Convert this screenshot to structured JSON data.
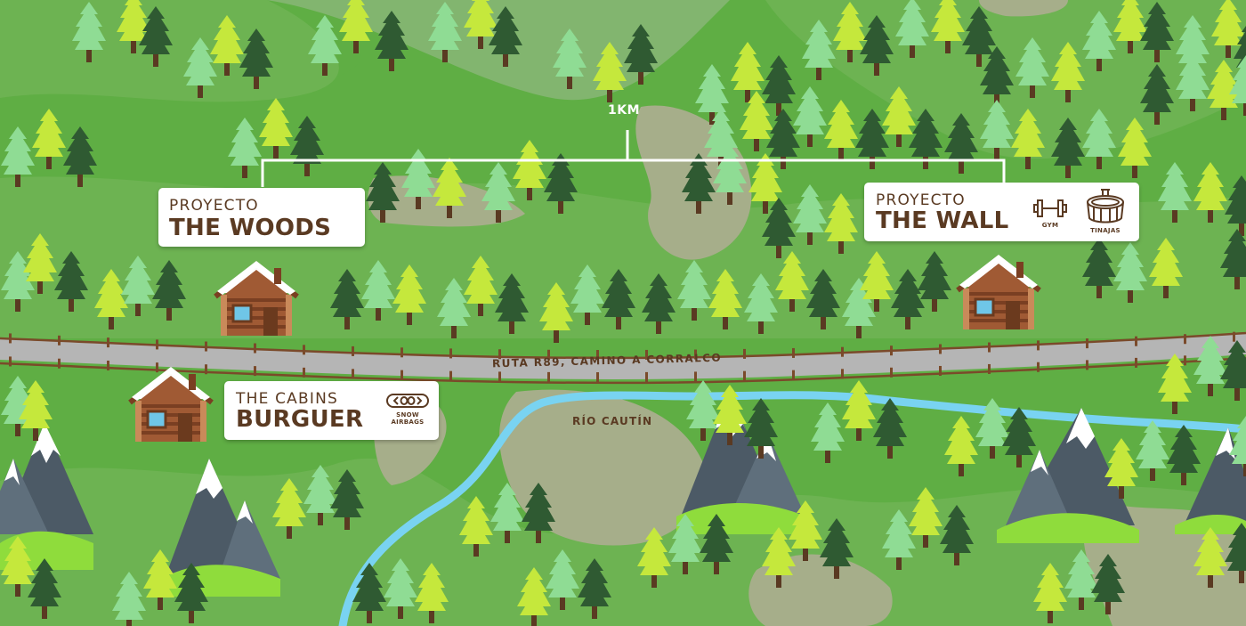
{
  "scale": {
    "label": "1KM"
  },
  "road": {
    "label": "RUTA R89, CAMINO A CORRALCO"
  },
  "river": {
    "label": "RÍO CAUTÍN"
  },
  "projects": {
    "woods": {
      "kicker": "PROYECTO",
      "name": "THE WOODS"
    },
    "wall": {
      "kicker": "PROYECTO",
      "name": "THE WALL",
      "amenities": [
        {
          "icon": "dumbbell-icon",
          "label": "GYM"
        },
        {
          "icon": "hot-tub-icon",
          "label": "TINAJAS"
        }
      ]
    },
    "burguer": {
      "kicker": "THE CABINS",
      "name": "BURGUER",
      "amenities": [
        {
          "icon": "snow-airbag-icon",
          "label": "SNOW\nAIRBAGS"
        }
      ]
    }
  },
  "colors": {
    "grass": "#5fae44",
    "field": "#82b56f",
    "clearing": "#a6ae8a",
    "road": "#b5b5b5",
    "river": "#79d3f1",
    "fence": "#7a4a2a",
    "tree_dark": "#2f5a32",
    "tree_light": "#8fdc94",
    "tree_lime": "#c5e83c",
    "mountain": "#4c5a66",
    "snow": "#ffffff",
    "text": "#5a3a22"
  }
}
